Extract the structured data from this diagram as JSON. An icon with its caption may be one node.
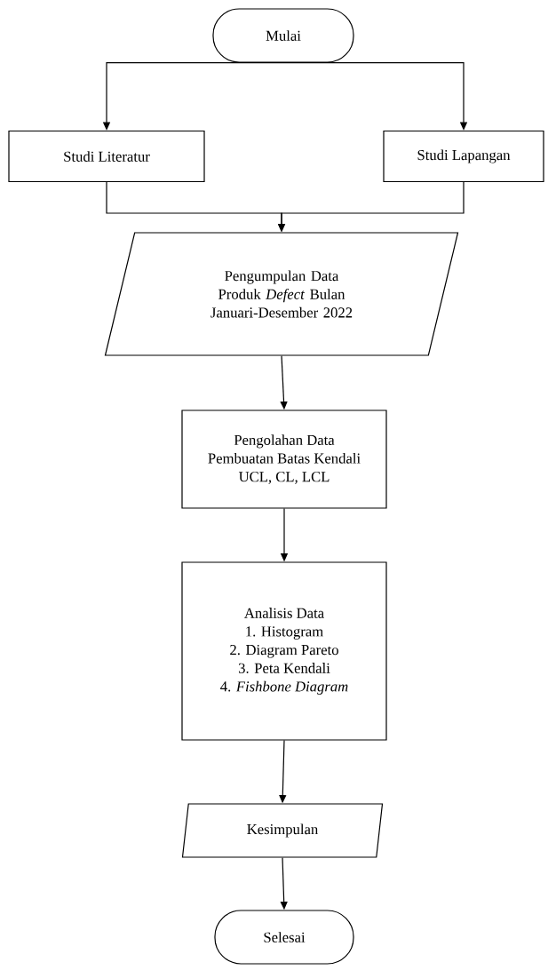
{
  "diagram": {
    "nodes": [
      {
        "text": [
          "Mulai"
        ]
      },
      {
        "text": [
          "Studi Literatur"
        ]
      },
      {
        "text": [
          "Studi Lapangan"
        ]
      },
      {
        "text": [
          "Pengumpulan Data Produk *Defect* Bulan Januari-Desember 2022"
        ]
      },
      {
        "text": [
          "Pengolahan Data",
          "Pembuatan Batas Kendali",
          "UCL, CL, LCL"
        ]
      },
      {
        "text": [
          "Analisis Data",
          "1.  Histogram",
          "2.  Diagram Pareto",
          "3. Peta Kendali",
          "4. *Fishbone Diagram*"
        ]
      },
      {
        "text": [
          "Kesimpulan"
        ]
      },
      {
        "text": [
          "Selesai"
        ]
      }
    ],
    "edges": [
      {
        "from": 0,
        "to": 1,
        "arrow": "to"
      },
      {
        "from": 0,
        "to": 2,
        "arrow": "to"
      },
      {
        "from": 1,
        "to": 3,
        "arrow": "to"
      },
      {
        "from": 2,
        "to": 3,
        "arrow": "to"
      },
      {
        "from": 3,
        "to": 4,
        "arrow": "to"
      },
      {
        "from": 4,
        "to": 5,
        "arrow": "to"
      },
      {
        "from": 5,
        "to": 6,
        "arrow": "to"
      },
      {
        "from": 6,
        "to": 7,
        "arrow": "to"
      }
    ]
  }
}
